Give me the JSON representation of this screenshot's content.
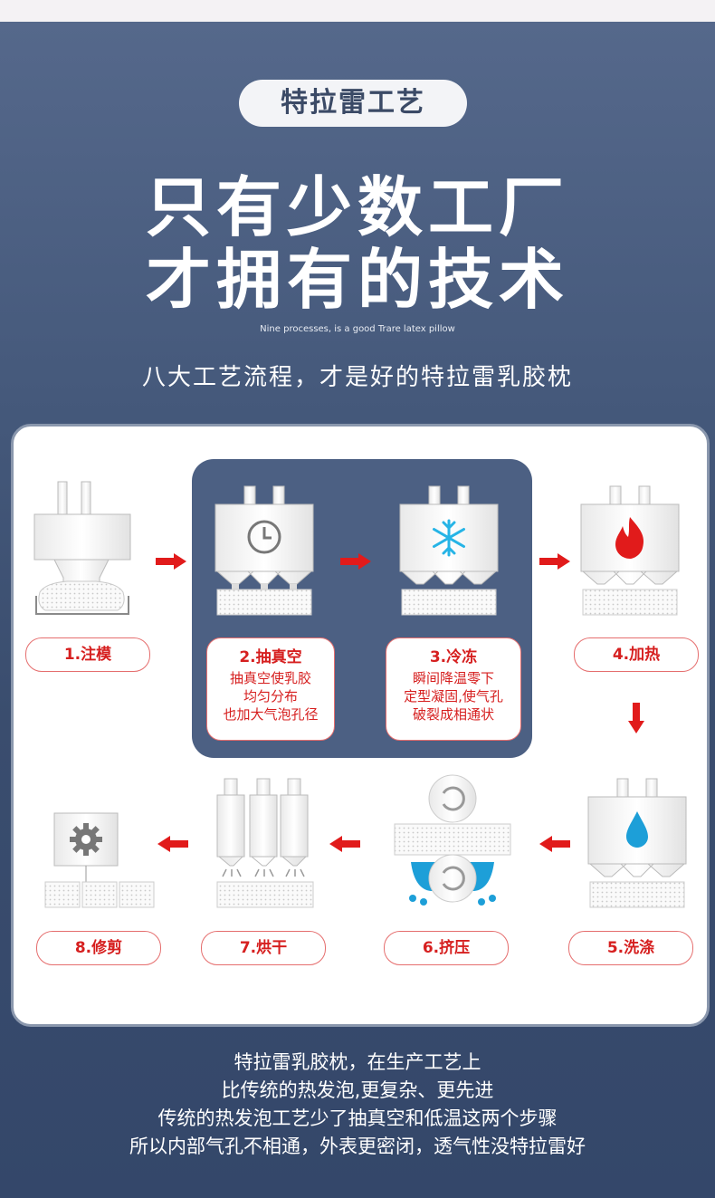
{
  "badge": "特拉雷工艺",
  "headline": [
    "只有少数工厂",
    "才拥有的技术"
  ],
  "english_caption": "Nine processes, is a good Trare latex pillow",
  "subtitle": "八大工艺流程，才是好的特拉雷乳胶枕",
  "steps": [
    {
      "label": "1.注模"
    },
    {
      "label": "2.抽真空",
      "desc": [
        "抽真空使乳胶",
        "均匀分布",
        "也加大气泡孔径"
      ]
    },
    {
      "label": "3.冷冻",
      "desc": [
        "瞬间降温零下",
        "定型凝固,使气孔",
        "破裂成相通状"
      ]
    },
    {
      "label": "4.加热"
    },
    {
      "label": "5.洗涤"
    },
    {
      "label": "6.挤压"
    },
    {
      "label": "7.烘干"
    },
    {
      "label": "8.修剪"
    }
  ],
  "icons": [
    "machine-icon",
    "clock-icon",
    "snowflake-icon",
    "flame-icon",
    "water-drop-icon",
    "roller-icon",
    "dryer-icon",
    "gear-icon",
    "arrow-right-icon",
    "arrow-left-icon",
    "arrow-down-icon"
  ],
  "colors": {
    "accent": "#e11b1b",
    "panel": "#4c6083",
    "snow": "#26b4e6",
    "drop": "#1d9fd8"
  },
  "bottom_text": [
    "特拉雷乳胶枕，在生产工艺上",
    "比传统的热发泡,更复杂、更先进",
    "传统的热发泡工艺少了抽真空和低温这两个步骤",
    "所以内部气孔不相通，外表更密闭，透气性没特拉雷好"
  ]
}
